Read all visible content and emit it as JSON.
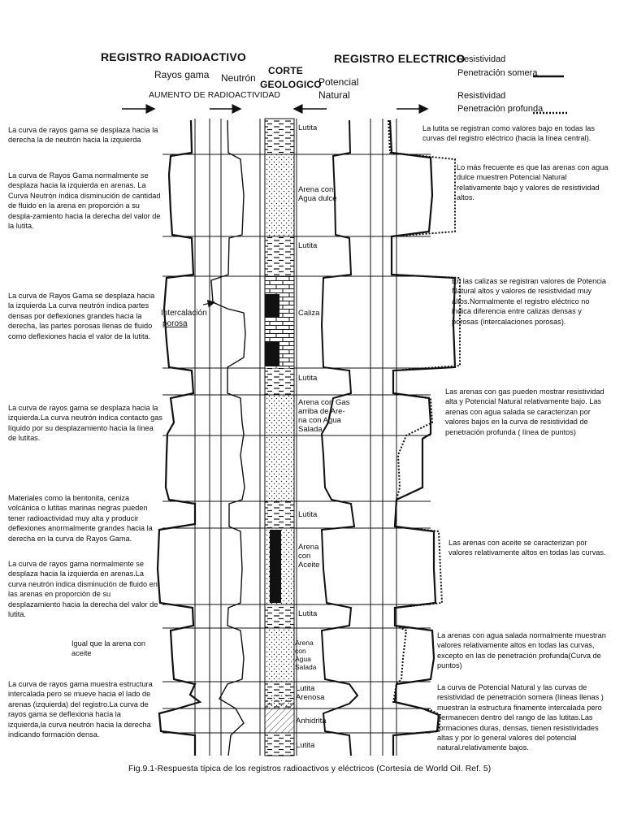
{
  "header": {
    "radioactive_title": "REGISTRO RADIOACTIVO",
    "gamma_label": "Rayos gama",
    "neutron_label": "Neutrón",
    "increase_label": "AUMENTO DE RADIOACTIVIDAD",
    "corte_line1": "CORTE",
    "corte_line2": "GEOLOGICO",
    "sp_line1": "Potencial",
    "sp_line2": "Natural",
    "electric_title": "REGISTRO ELECTRICO",
    "legend_shallow_line1": "Resistividad",
    "legend_shallow_line2": "Penetración somera",
    "legend_deep_line1": "Resistividad",
    "legend_deep_line2": "Penetración profunda"
  },
  "lithology": [
    {
      "label": "Lutita"
    },
    {
      "label": "Arena con\nAgua dulce"
    },
    {
      "label": "Lutita"
    },
    {
      "label": "Caliza"
    },
    {
      "label": "Lutita"
    },
    {
      "label": "Arena con Gas\narriba de Are-\nna con Agua\nSalada"
    },
    {
      "label": "Lutita"
    },
    {
      "label": "Arena\ncon\nAceite"
    },
    {
      "label": "Lutita"
    },
    {
      "label": "Arena\ncon\nAgua\nSalada"
    },
    {
      "label": "Lutita\nArenosa"
    },
    {
      "label": "Anhidrita"
    },
    {
      "label": "Lutita"
    }
  ],
  "annotation": {
    "intercalacion_line1": "Intercalación",
    "intercalacion_line2": "porosa"
  },
  "left_notes": [
    "La curva de rayos gama se desplaza hacia la derecha la de neutrón hacia la izquierda",
    "La curva de Rayos Gama normalmente se desplaza hacia la izquierda en arenas. La Curva Neutrón indica disminución de cantidad de fluido en la arena en proporción a su despla-zamiento hacia la derecha del valor de la lutita.",
    "La curva de Rayos Gama se desplaza hacia la izquierda La curva neutrón indica partes densas por deflexiones grandes hacia la derecha, las partes porosas llenas de fluido como deflexiones hacia el valor de la lutita.",
    "La curva de rayos gama se desplaza hacia la izquierda.La curva neutrón indica contacto gas líquido por su desplazamiento hacia la línea de lutitas.",
    "Materiales como la bentonita, ceniza volcánica o lutitas marinas negras pueden tener radioactividad muy alta y producir deflexiones anormalmente grandes hacia la derecha en la curva de Rayos Gama.",
    "La curva de rayos gama normalmente se desplaza hacia la izquierda en arenas.La curva neutrón indica disminución de fluido en las arenas en proporción de su desplazamiento hacia la derecha del valor de lutita.",
    "Igual que la arena con aceite",
    "La curva de rayos gama muestra estructura intercalada pero se mueve hacia el lado de arenas (izquierda) del registro.La curva de rayos gama se deflexiona hacia la izquierda,la curva neutrón hacia la derecha indicando formación densa."
  ],
  "right_notes": [
    "La lutita se registran como valores bajo en todas las curvas del registro eléctrico (hacia la línea central).",
    "Lo más frecuente es que las arenas con agua dulce muestren Potencial Natural relativamente bajo y valores de resistividad altos.",
    "En las calizas se registran valores de Potencia Natural altos y valores de resistividad muy altos.Normalmente el registro eléctrico no indica diferencia entre calizas densas y porosas (intercalaciones porosas).",
    "Las arenas con gas pueden mostrar resistividad alta y Potencial Natural relativamente bajo. Las arenas con agua salada se caracterizan por valores bajos en la curva de resistividad de penetración profunda ( línea de puntos)",
    "Las arenas con aceite se caracterizan por valores relativamente altos en todas las curvas.",
    "La arenas con agua salada normalmente muestran valores relativamente altos en todas las curvas, excepto en las de penetración profunda(Curva de puntos)",
    "La curva de Potencial Natural y las curvas de resistividad de penetración somera (líneas llenas ) muestran la estructura finamente intercalada pero permanecen dentro del rango de las lutitas.Las formaciones duras, densas, tienen resistividades altas y por lo general valores del potencial natural.relativamente bajos."
  ],
  "caption": "Fig.9.1-Respuesta típica de los registros radioactivos y eléctricos (Cortesía de World Oil. Ref. 5)"
}
